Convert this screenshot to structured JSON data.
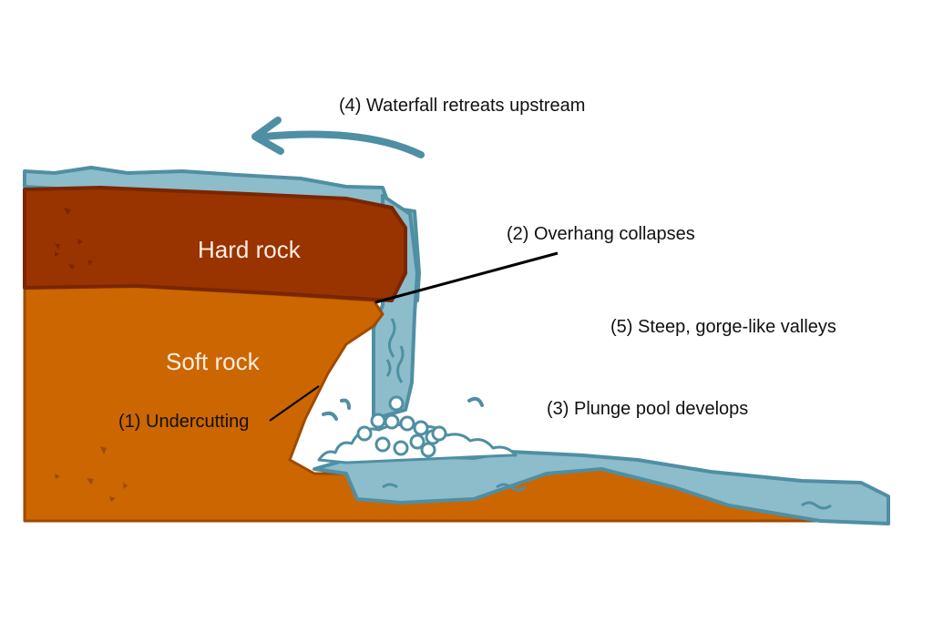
{
  "labels": {
    "hard_rock": "Hard rock",
    "soft_rock": "Soft rock",
    "undercutting": "(1) Undercutting",
    "overhang": "(2) Overhang collapses",
    "plunge_pool": "(3) Plunge pool develops",
    "retreat": "(4) Waterfall retreats upstream",
    "gorge": "(5) Steep, gorge-like valleys"
  },
  "colors": {
    "hard_rock": "#993300",
    "soft_rock": "#cc6600",
    "water": "#8dbccb",
    "water_outline": "#4f8fa3",
    "arrow": "#4f8fa3"
  }
}
